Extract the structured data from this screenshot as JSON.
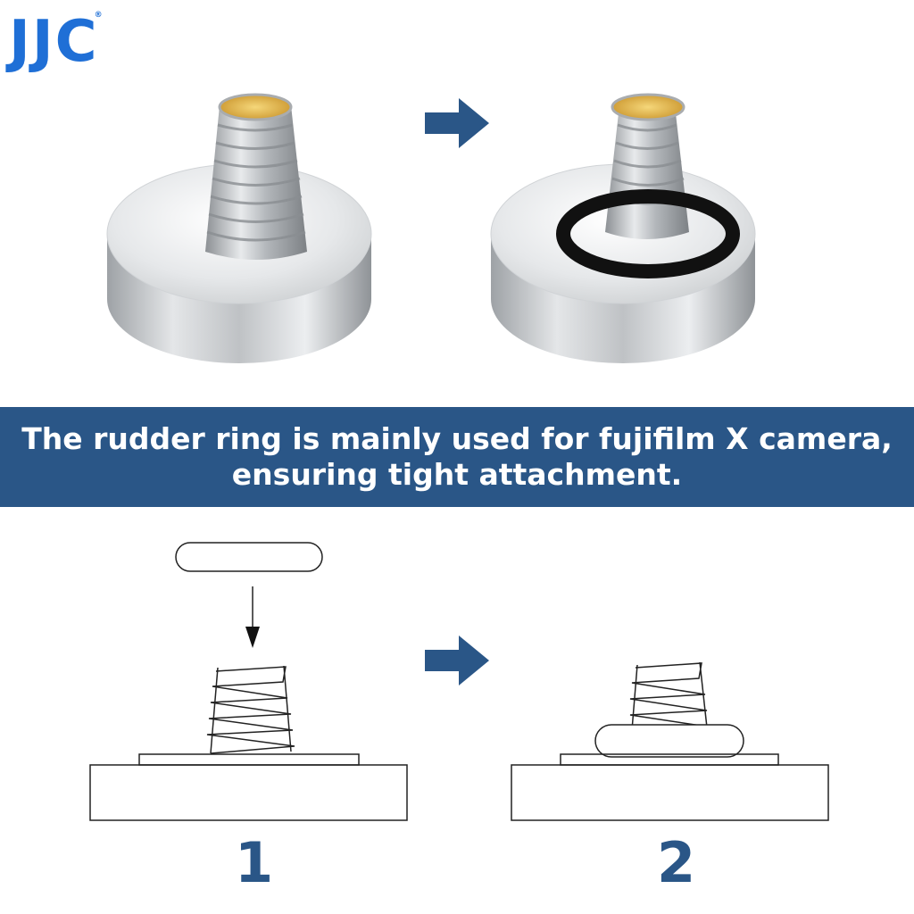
{
  "brand": {
    "name": "JJC",
    "registered": "®",
    "color": "#1f6fd6"
  },
  "banner": {
    "line1": "The rudder ring is mainly used for fujifilm X camera,",
    "line2": "ensuring tight attachment.",
    "background": "#2a5687"
  },
  "steps": [
    "1",
    "2"
  ],
  "colors": {
    "arrow": "#2a5687",
    "step_number": "#2a5687",
    "ring": "#111111",
    "brass": "#e2b33f"
  }
}
